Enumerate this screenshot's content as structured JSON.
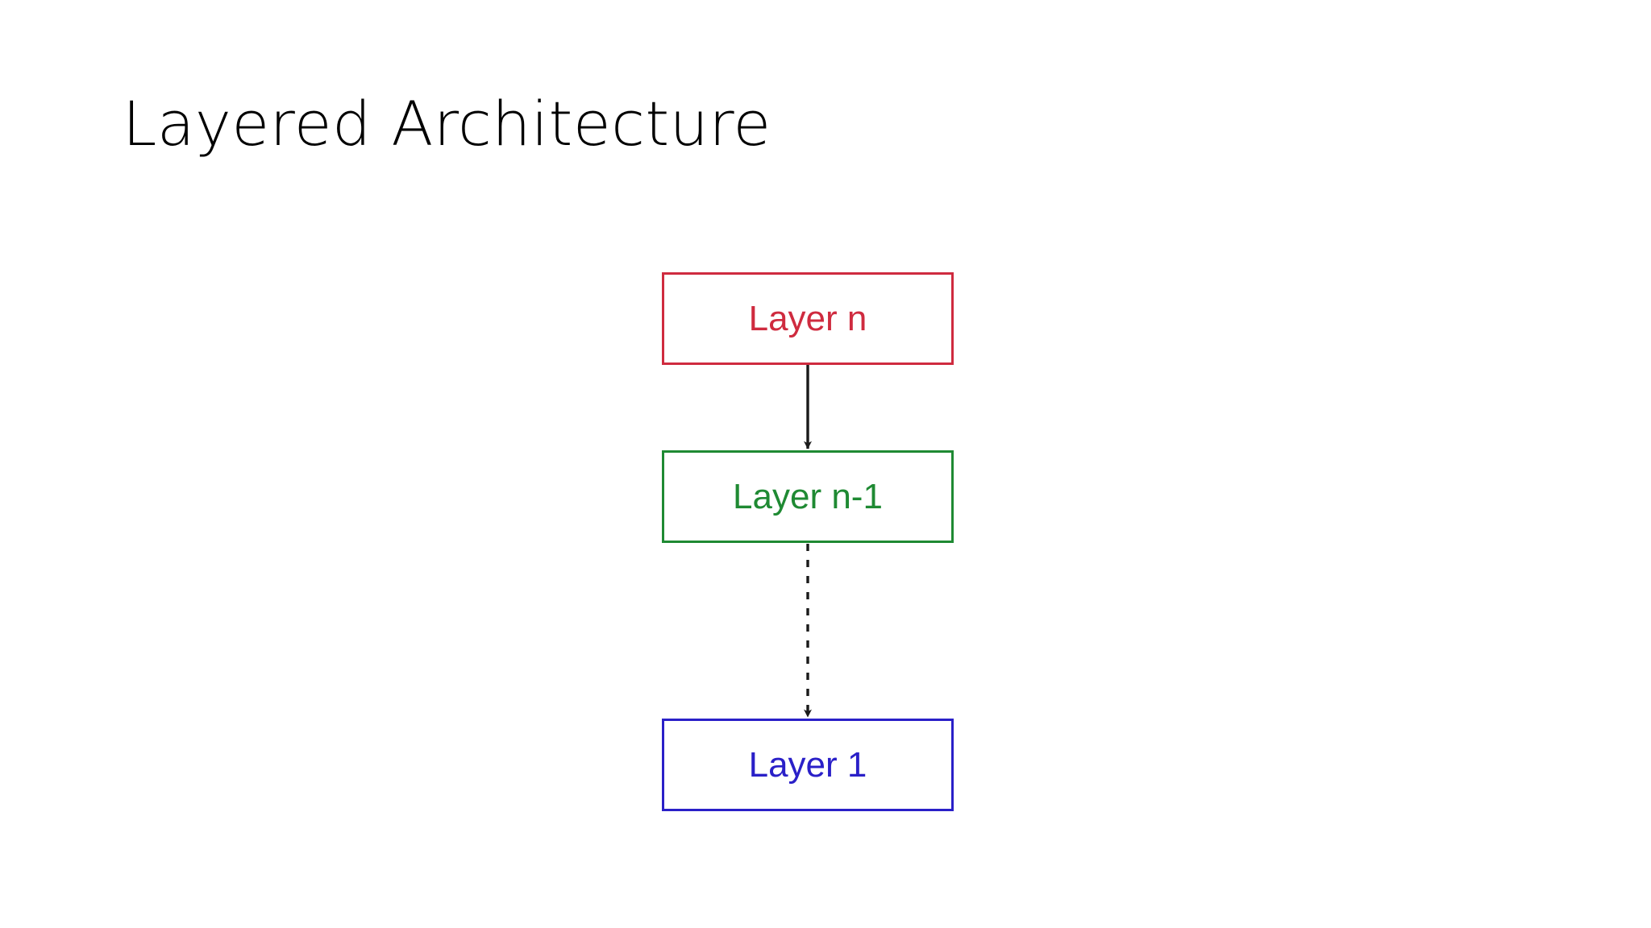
{
  "slide": {
    "title": "Layered Architecture",
    "background_color": "#ffffff",
    "title_color": "#000000"
  },
  "diagram": {
    "type": "flow-diagram",
    "orientation": "vertical-top-down",
    "boxes": [
      {
        "id": "layer-n",
        "label": "Layer n",
        "border_color": "#cf2b3f",
        "text_color": "#cf2b3f",
        "fill_color": "#ffffff"
      },
      {
        "id": "layer-n-1",
        "label": "Layer n-1",
        "border_color": "#1f8a33",
        "text_color": "#1f8a33",
        "fill_color": "#ffffff"
      },
      {
        "id": "layer-1",
        "label": "Layer 1",
        "border_color": "#2a20c8",
        "text_color": "#2a20c8",
        "fill_color": "#ffffff"
      }
    ],
    "connectors": [
      {
        "id": "connector-n-to-n-1",
        "from": "layer-n",
        "to": "layer-n-1",
        "style": "solid",
        "arrowhead": "filled",
        "color": "#1a1a1a"
      },
      {
        "id": "connector-n-1-to-1",
        "from": "layer-n-1",
        "to": "layer-1",
        "style": "dashed",
        "arrowhead": "filled",
        "color": "#1a1a1a"
      }
    ]
  }
}
